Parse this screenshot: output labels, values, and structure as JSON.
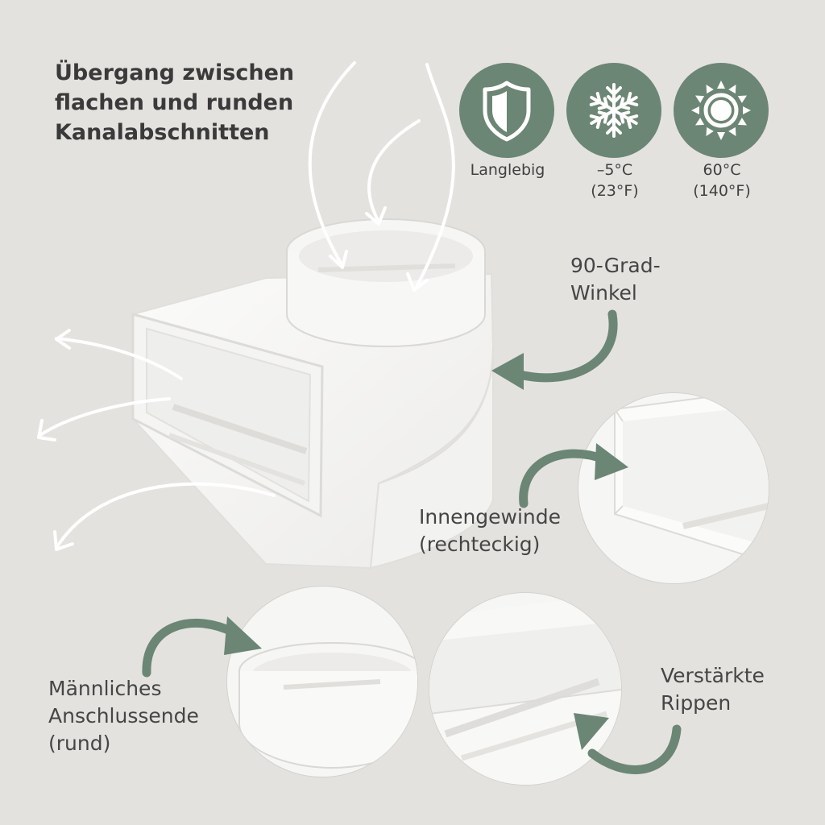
{
  "headline": {
    "line1": "Übergang zwischen",
    "line2": "flachen und runden",
    "line3": "Kanalabschnitten"
  },
  "badges": [
    {
      "icon": "shield-icon",
      "label_line1": "Langlebig",
      "label_line2": ""
    },
    {
      "icon": "snowflake-icon",
      "label_line1": "–5°C",
      "label_line2": "(23°F)"
    },
    {
      "icon": "sun-icon",
      "label_line1": "60°C",
      "label_line2": "(140°F)"
    }
  ],
  "callouts": {
    "angle": {
      "line1": "90-Grad-",
      "line2": "Winkel"
    },
    "female": {
      "line1": "Innengewinde",
      "line2": "(rechteckig)"
    },
    "male": {
      "line1": "Männliches",
      "line2": "Anschlussende",
      "line3": "(rund)"
    },
    "ribs": {
      "line1": "Verstärkte",
      "line2": "Rippen"
    }
  },
  "colors": {
    "background": "#e4e2df",
    "accent": "#6b8674",
    "product": "#f7f7f6"
  }
}
